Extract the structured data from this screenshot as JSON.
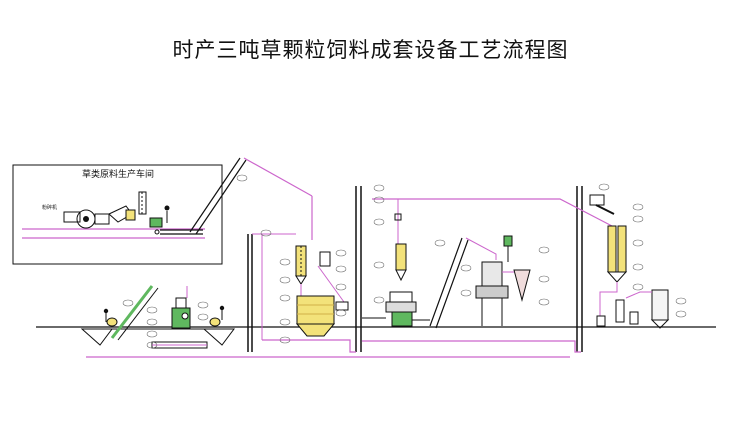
{
  "diagram": {
    "title": "时产三吨草颗粒饲料成套设备工艺流程图",
    "inset_title": "草类原料生产车间",
    "inset_small_label": "粉碎机",
    "colors": {
      "pipe": "#cc66cc",
      "line": "#111111",
      "yellow": "#f3e27a",
      "green": "#5fb85f",
      "grey": "#9a9a9a"
    }
  }
}
